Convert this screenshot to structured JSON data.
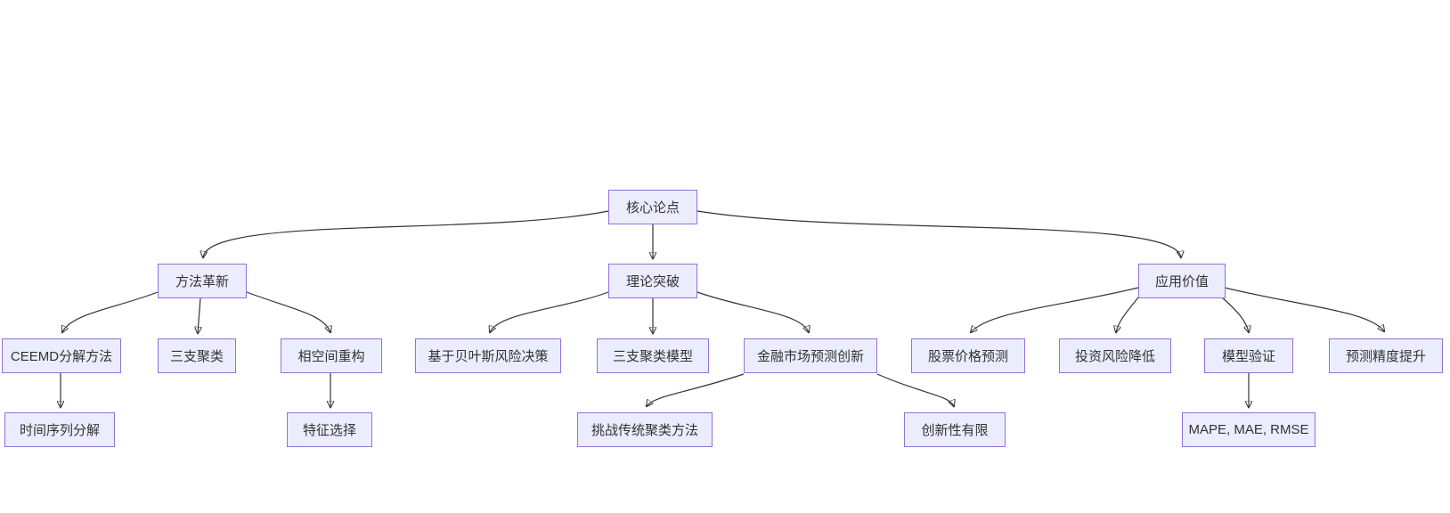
{
  "diagram": {
    "type": "flowchart-top-down",
    "background": "#ffffff",
    "node_style": {
      "fill": "#ECECFF",
      "border": "#9370DB",
      "text_color": "#333333"
    },
    "edge_color": "#333333",
    "nodes": {
      "root": "核心论点",
      "method": "方法革新",
      "theory": "理论突破",
      "application": "应用价值",
      "ceemd": "CEEMD分解方法",
      "threeway": "三支聚类",
      "phase": "相空间重构",
      "bayes": "基于贝叶斯风险决策",
      "threewaymodel": "三支聚类模型",
      "finmarket": "金融市场预测创新",
      "stock": "股票价格预测",
      "risk": "投资风险降低",
      "validation": "模型验证",
      "accuracy": "预测精度提升",
      "timeseries": "时间序列分解",
      "feature": "特征选择",
      "challenge": "挑战传统聚类方法",
      "limited": "创新性有限",
      "metrics": "MAPE, MAE, RMSE"
    },
    "edges": [
      {
        "from": "核心论点",
        "to": "方法革新"
      },
      {
        "from": "核心论点",
        "to": "理论突破"
      },
      {
        "from": "核心论点",
        "to": "应用价值"
      },
      {
        "from": "方法革新",
        "to": "CEEMD分解方法"
      },
      {
        "from": "方法革新",
        "to": "三支聚类"
      },
      {
        "from": "方法革新",
        "to": "相空间重构"
      },
      {
        "from": "理论突破",
        "to": "基于贝叶斯风险决策"
      },
      {
        "from": "理论突破",
        "to": "三支聚类模型"
      },
      {
        "from": "理论突破",
        "to": "金融市场预测创新"
      },
      {
        "from": "应用价值",
        "to": "股票价格预测"
      },
      {
        "from": "应用价值",
        "to": "投资风险降低"
      },
      {
        "from": "应用价值",
        "to": "模型验证"
      },
      {
        "from": "应用价值",
        "to": "预测精度提升"
      },
      {
        "from": "CEEMD分解方法",
        "to": "时间序列分解"
      },
      {
        "from": "相空间重构",
        "to": "特征选择"
      },
      {
        "from": "金融市场预测创新",
        "to": "挑战传统聚类方法"
      },
      {
        "from": "金融市场预测创新",
        "to": "创新性有限"
      },
      {
        "from": "模型验证",
        "to": "MAPE, MAE, RMSE"
      }
    ]
  }
}
